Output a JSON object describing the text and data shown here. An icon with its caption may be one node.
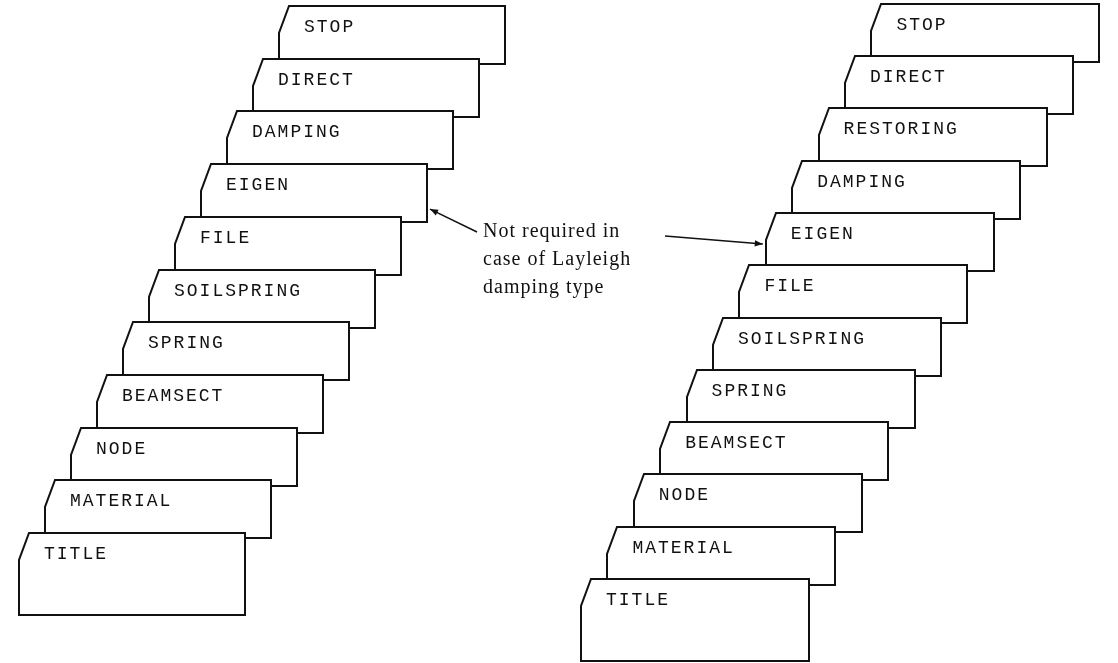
{
  "diagram": {
    "nodes": [
      {
        "text": [
          "STOP"
        ]
      },
      {
        "text": [
          "DIRECT"
        ]
      },
      {
        "text": [
          "DAMPING"
        ]
      },
      {
        "text": [
          "EIGEN"
        ]
      },
      {
        "text": [
          "FILE"
        ]
      },
      {
        "text": [
          "SOILSPRING"
        ]
      },
      {
        "text": [
          "SPRING"
        ]
      },
      {
        "text": [
          "BEAMSECT"
        ]
      },
      {
        "text": [
          "NODE"
        ]
      },
      {
        "text": [
          "MATERIAL"
        ]
      },
      {
        "text": [
          "TITLE"
        ]
      },
      {
        "text": [
          "STOP"
        ]
      },
      {
        "text": [
          "DIRECT"
        ]
      },
      {
        "text": [
          "RESTORING"
        ]
      },
      {
        "text": [
          "DAMPING"
        ]
      },
      {
        "text": [
          "EIGEN"
        ]
      },
      {
        "text": [
          "FILE"
        ]
      },
      {
        "text": [
          "SOILSPRING"
        ]
      },
      {
        "text": [
          "SPRING"
        ]
      },
      {
        "text": [
          "BEAMSECT"
        ]
      },
      {
        "text": [
          "NODE"
        ]
      },
      {
        "text": [
          "MATERIAL"
        ]
      },
      {
        "text": [
          "TITLE"
        ]
      },
      {
        "text": [
          "Not required in case of Layleigh damping type"
        ]
      }
    ],
    "edges": [
      {
        "from": 23,
        "to": 3,
        "arrow": "to"
      },
      {
        "from": 23,
        "to": 15,
        "arrow": "to"
      }
    ]
  }
}
